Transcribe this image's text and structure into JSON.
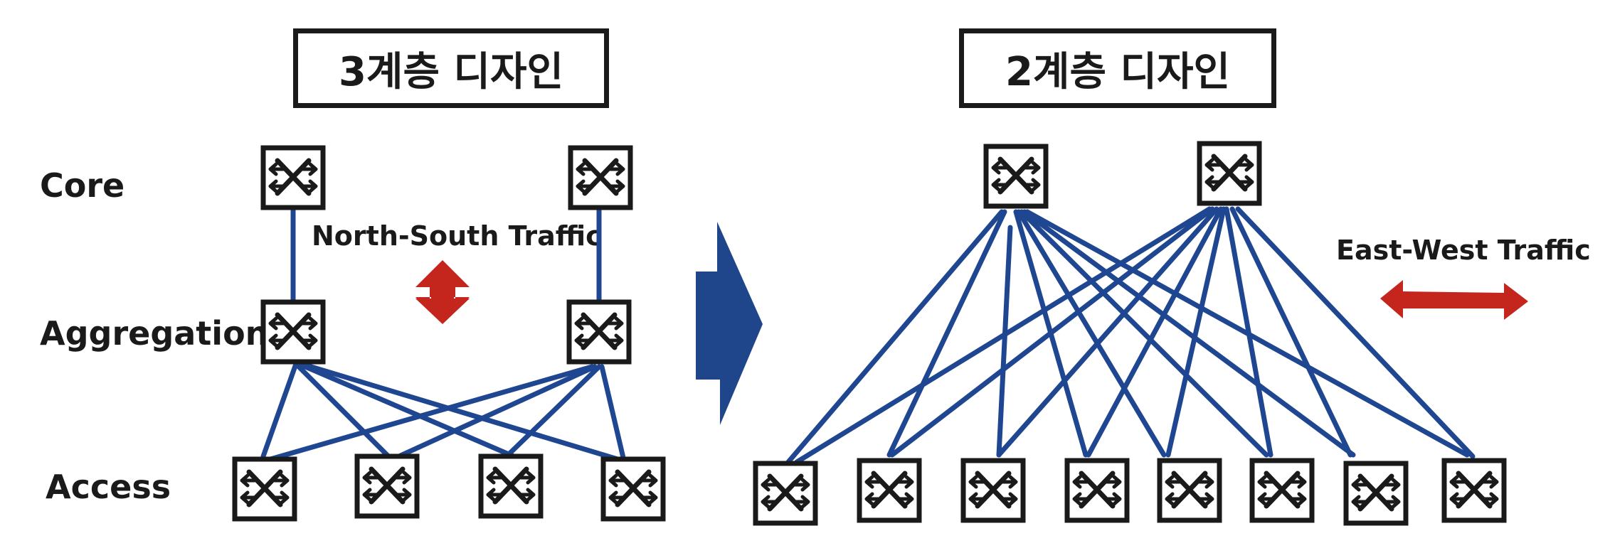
{
  "titles": {
    "three_tier": "3계층 디자인",
    "two_tier": "2계층 디자인"
  },
  "tiers": {
    "core": "Core",
    "aggregation": "Aggregation",
    "access": "Access"
  },
  "traffic": {
    "north_south": "North-South Traffic",
    "east_west": "East-West Traffic"
  },
  "colors": {
    "link": "#1f4690",
    "traffic_arrow": "#c4261d",
    "transition_arrow": "#1f468a",
    "switch_stroke": "#1a1a1a"
  },
  "icons": {
    "switch": "network-switch-icon",
    "north_south_arrow": "vertical-double-arrow-icon",
    "east_west_arrow": "horizontal-double-arrow-icon",
    "transition": "right-arrow-icon"
  }
}
